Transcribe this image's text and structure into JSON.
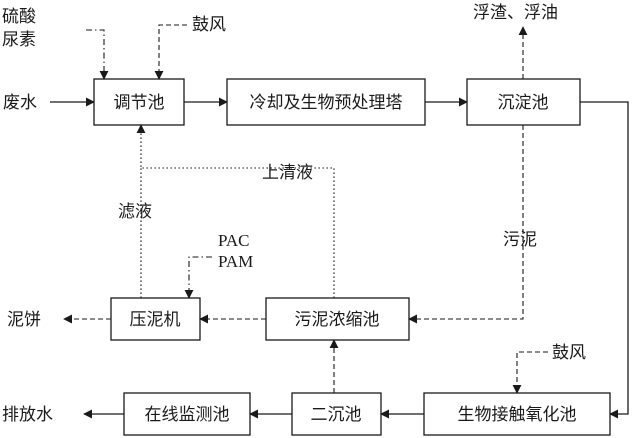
{
  "nodes": {
    "regulating_tank": "调节池",
    "cooling_tower": "冷却及生物预处理塔",
    "sedimentation_tank": "沉淀池",
    "contact_oxidation": "生物接触氧化池",
    "secondary_clarifier": "二沉池",
    "online_monitoring": "在线监测池",
    "sludge_thickener": "污泥浓缩池",
    "filter_press": "压泥机"
  },
  "labels": {
    "chem_line1": "硫酸",
    "chem_line2": "尿素",
    "air_top": "鼓风",
    "wastewater_in": "废水",
    "scum_oil": "浮渣、浮油",
    "supernatant": "上清液",
    "filtrate": "滤液",
    "sludge": "污泥",
    "pac": "PAC",
    "pam": "PAM",
    "sludge_cake": "泥饼",
    "air_bottom": "鼓风",
    "discharge": "排放水"
  }
}
